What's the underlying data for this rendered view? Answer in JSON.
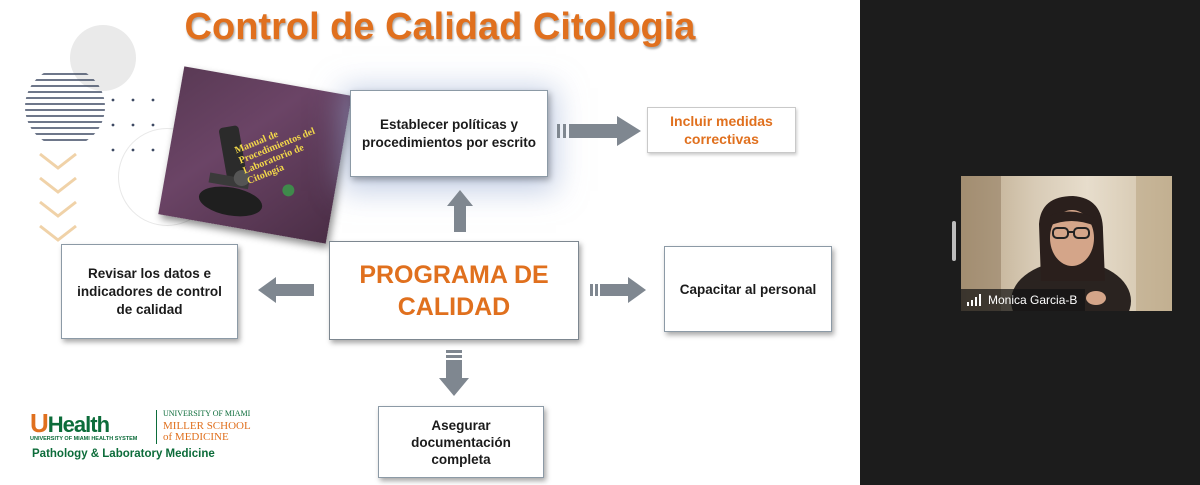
{
  "slide": {
    "title": "Control de Calidad Citologia",
    "boxes": {
      "top": "Establecer políticas y procedimientos por escrito",
      "corrective": "Incluir medidas correctivas",
      "center": "PROGRAMA DE CALIDAD",
      "left": "Revisar los datos e indicadores de control de calidad",
      "right": "Capacitar al personal",
      "bottom": "Asegurar documentación completa"
    },
    "book": {
      "cover_text": "Manual de Procedimientos del Laboratorio de Citología"
    },
    "logo": {
      "u": "U",
      "health": "Health",
      "health_system": "UNIVERSITY OF MIAMI HEALTH SYSTEM",
      "university": "UNIVERSITY OF MIAMI",
      "school_line1": "MILLER SCHOOL",
      "school_line2": "of MEDICINE",
      "department": "Pathology & Laboratory Medicine"
    },
    "colors": {
      "accent_orange": "#e0701e",
      "brand_green": "#0c6c3a",
      "arrow_gray": "#7f8790"
    }
  },
  "participant": {
    "name": "Monica Garcia-B",
    "signal_icon": "signal-bars-icon"
  }
}
